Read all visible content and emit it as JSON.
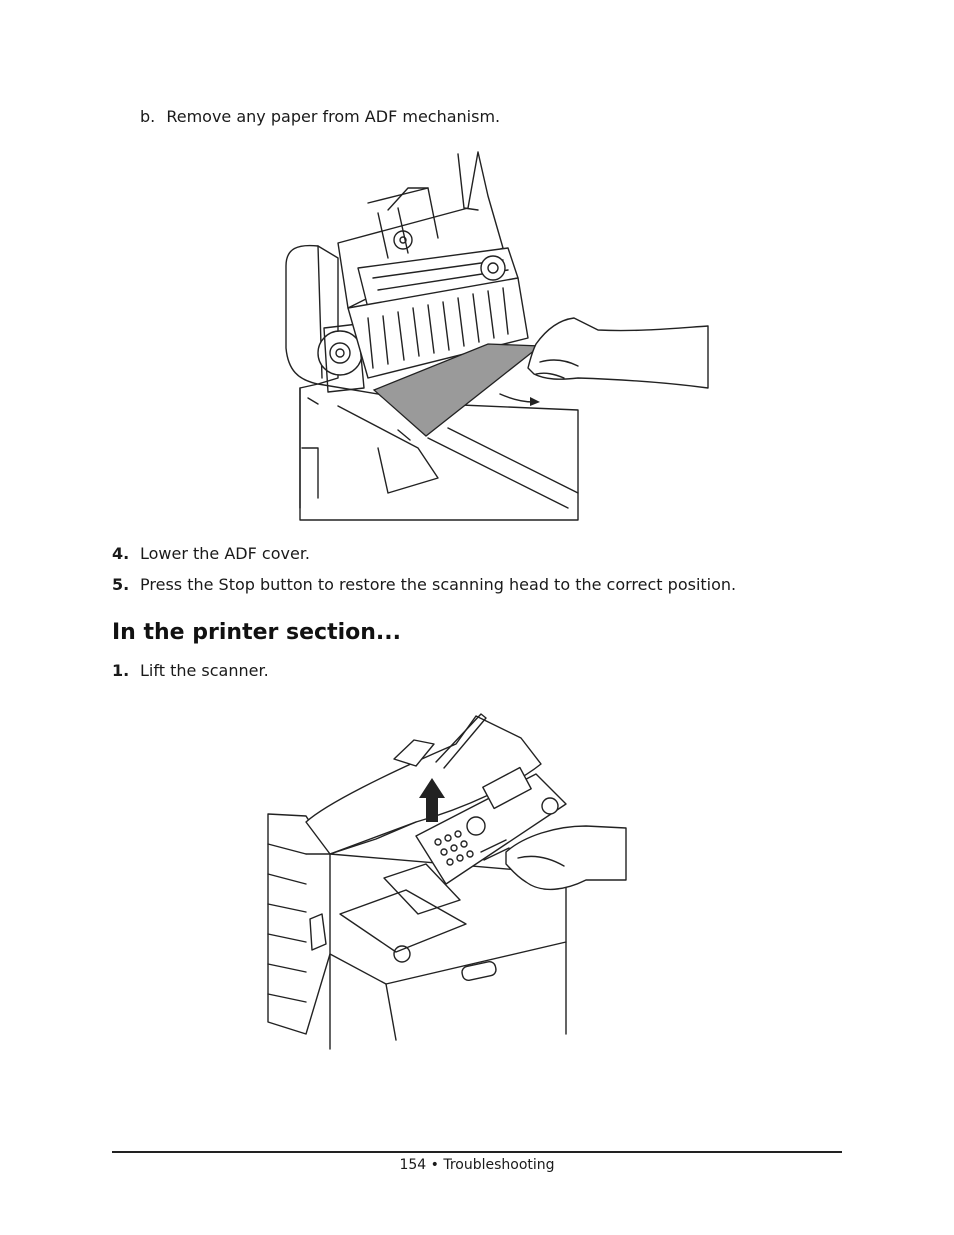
{
  "step_b": {
    "marker": "b.",
    "text": "Remove any paper from ADF mechanism."
  },
  "steps_a": [
    {
      "number": "4.",
      "text": "Lower the ADF cover."
    },
    {
      "number": "5.",
      "text": "Press the Stop button to restore the scanning head to the correct position."
    }
  ],
  "section": {
    "title": "In the printer section..."
  },
  "steps_b": [
    {
      "number": "1.",
      "text": "Lift the scanner."
    }
  ],
  "footer": {
    "text": "154 • Troubleshooting"
  }
}
